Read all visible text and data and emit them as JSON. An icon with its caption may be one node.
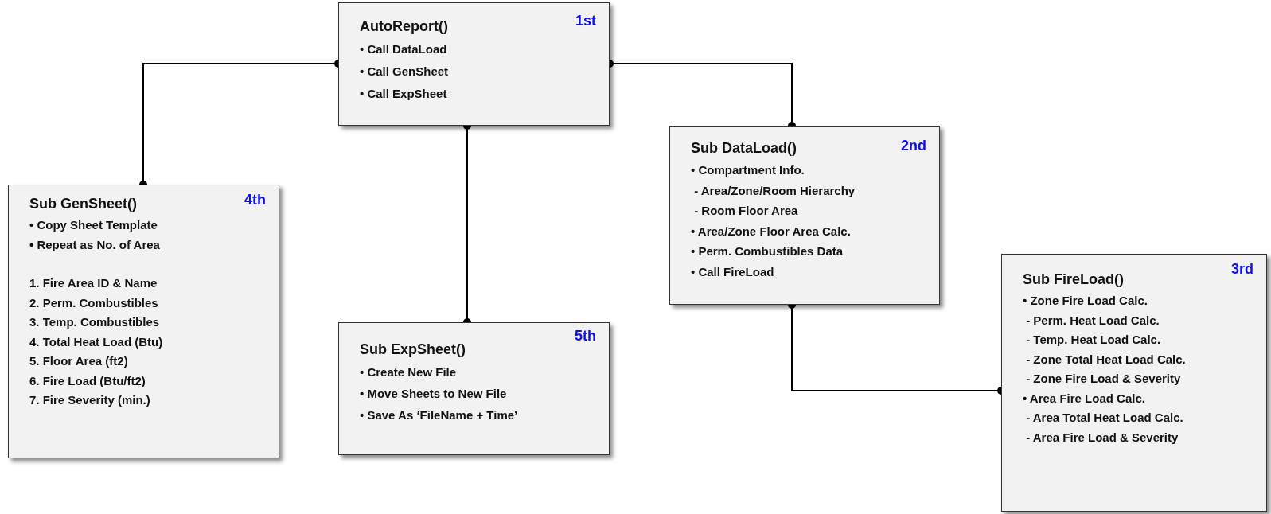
{
  "diagram": {
    "nodes": [
      {
        "text": [
          "AutoReport()",
          "1st",
          "• Call DataLoad",
          "• Call GenSheet",
          "• Call ExpSheet"
        ]
      },
      {
        "text": [
          "Sub GenSheet()",
          "4th",
          "• Copy Sheet Template",
          "• Repeat as No. of Area",
          "1. Fire Area ID & Name",
          "2. Perm. Combustibles",
          "3. Temp. Combustibles",
          "4. Total Heat Load (Btu)",
          "5. Floor Area (ft2)",
          "6. Fire Load (Btu/ft2)",
          "7. Fire Severity (min.)"
        ]
      },
      {
        "text": [
          "Sub ExpSheet()",
          "5th",
          "• Create New File",
          "• Move Sheets to New File",
          "• Save As ‘FileName + Time’"
        ]
      },
      {
        "text": [
          "Sub DataLoad()",
          "2nd",
          "• Compartment Info.",
          " - Area/Zone/Room Hierarchy",
          " - Room Floor Area",
          "• Area/Zone Floor Area Calc.",
          "• Perm. Combustibles Data",
          "• Call FireLoad"
        ]
      },
      {
        "text": [
          "Sub FireLoad()",
          "3rd",
          "• Zone Fire Load Calc.",
          " - Perm. Heat Load Calc.",
          " - Temp. Heat Load Calc.",
          " - Zone Total Heat Load Calc.",
          " - Zone Fire Load & Severity",
          "• Area Fire Load Calc.",
          " - Area Total Heat Load Calc.",
          " - Area Fire Load & Severity"
        ]
      }
    ],
    "edges": [
      {
        "from": 0,
        "to": 1,
        "arrow": "other"
      },
      {
        "from": 0,
        "to": 3,
        "arrow": "other"
      },
      {
        "from": 0,
        "to": 2,
        "arrow": "other"
      },
      {
        "from": 3,
        "to": 4,
        "arrow": "other"
      }
    ]
  }
}
